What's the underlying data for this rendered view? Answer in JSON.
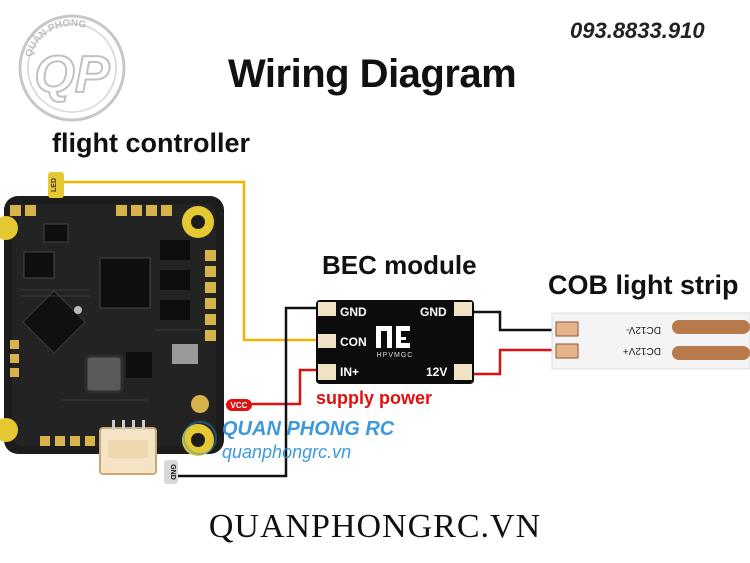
{
  "header": {
    "title": "Wiring Diagram",
    "phone": "093.8833.910"
  },
  "logo": {
    "letters": "QP",
    "arc_text": "QUÂN PHONG"
  },
  "flight_controller": {
    "label": "flight controller",
    "pins": {
      "led": "LED",
      "vcc": "VCC",
      "gnd": "GND"
    },
    "pcb_color": "#1c1c1c"
  },
  "bec_module": {
    "label": "BEC module",
    "pins": {
      "gnd_in": "GND",
      "con": "CON",
      "in_plus": "IN+",
      "gnd_out": "GND",
      "out_12v": "12V"
    },
    "brand": "HPVMGC",
    "pcb_color": "#0c0c0c"
  },
  "cob_strip": {
    "label": "COB light strip",
    "pads": [
      "DC12V-",
      "DC12V+"
    ],
    "strip_color": "#b87a4a"
  },
  "annotations": {
    "supply_power": "supply power"
  },
  "watermark": {
    "name": "QUAN PHONG RC",
    "url": "quanphongrc.vn"
  },
  "footer": {
    "site": "QUANPHONGRC.VN"
  },
  "colors": {
    "signal_wire": "#f2b200",
    "power_wire": "#e01010",
    "ground_wire": "#111111",
    "accent_text": "#e01010",
    "watermark": "#2a8fd8"
  }
}
